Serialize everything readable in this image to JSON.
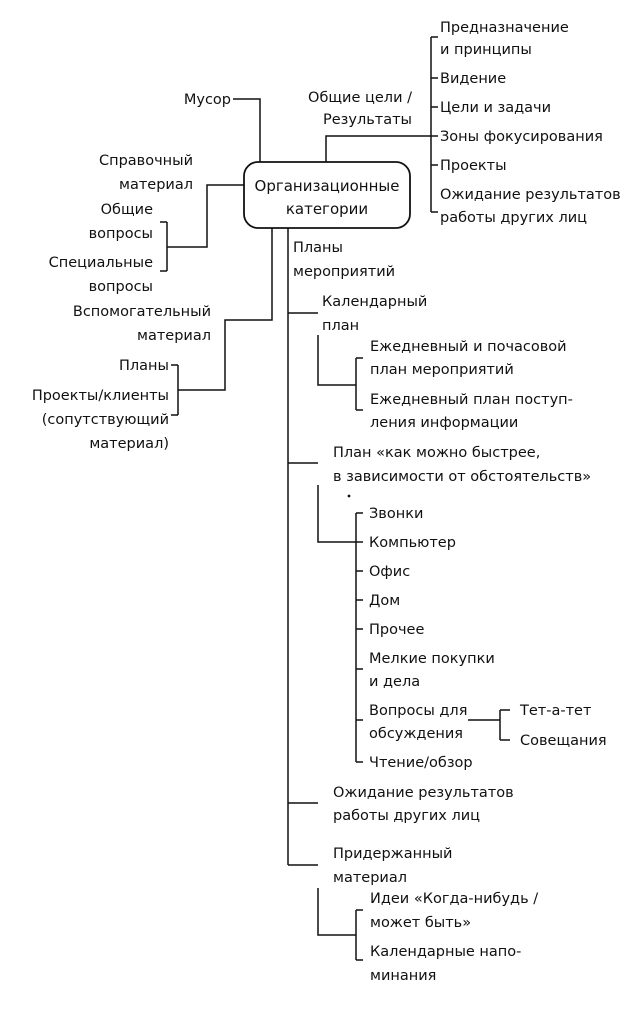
{
  "center": {
    "label_line1": "Организационные",
    "label_line2": "категории"
  },
  "top_right": {
    "goals_line1": "Общие цели /",
    "goals_line2": "Результаты",
    "items": [
      [
        "Предназначение",
        "и принципы"
      ],
      [
        "Видение"
      ],
      [
        "Цели и задачи"
      ],
      [
        "Зоны фокусирования"
      ],
      [
        "Проекты"
      ],
      [
        "Ожидание результатов",
        "работы других лиц"
      ]
    ]
  },
  "left": {
    "trash": "Мусор",
    "reference_line1": "Справочный",
    "reference_line2": "материал",
    "general_line1": "Общие",
    "general_line2": "вопросы",
    "special_line1": "Специальные",
    "special_line2": "вопросы",
    "support_line1": "Вспомогательный",
    "support_line2": "материал",
    "plans": "Планы",
    "projects_line1": "Проекты/клиенты",
    "projects_line2": "(сопутствующий",
    "projects_line3": "материал)"
  },
  "action_plans": {
    "title_line1": "Планы",
    "title_line2": "мероприятий",
    "calendar": {
      "title_line1": "Календарный",
      "title_line2": "план",
      "daily_line1": "Ежедневный и почасовой",
      "daily_line2": "план мероприятий",
      "info_line1": "Ежедневный план поступ-",
      "info_line2": "ления информации"
    },
    "asap": {
      "title_line1": "План «как можно быстрее,",
      "title_line2": "в зависимости от обстоятельств»",
      "items": {
        "calls": "Звонки",
        "computer": "Компьютер",
        "office": "Офис",
        "home": "Дом",
        "other": "Прочее",
        "errands_line1": "Мелкие покупки",
        "errands_line2": "и дела",
        "agenda_line1": "Вопросы для",
        "agenda_line2": "обсуждения",
        "one_on_one": "Тет-а-тет",
        "meetings": "Совещания",
        "reading": "Чтение/обзор"
      }
    },
    "waiting_line1": "Ожидание результатов",
    "waiting_line2": "работы других лиц",
    "held": {
      "title_line1": "Придержанный",
      "title_line2": "материал",
      "someday_line1": "Идеи «Когда-нибудь /",
      "someday_line2": "может быть»",
      "tickler_line1": "Календарные напо-",
      "tickler_line2": "минания"
    }
  }
}
